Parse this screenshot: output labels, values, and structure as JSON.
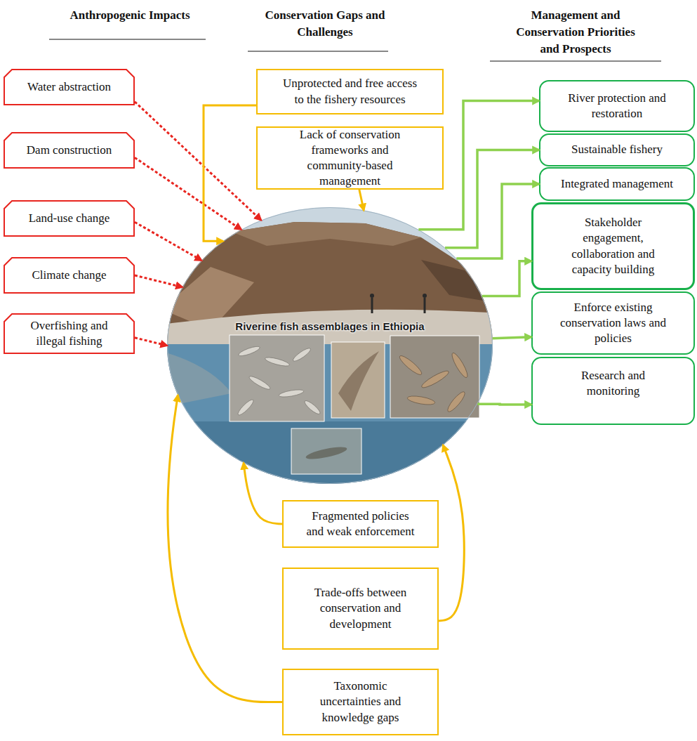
{
  "diagram": {
    "nodes": [
      {
        "text": [
          "Water abstraction"
        ]
      },
      {
        "text": [
          "Dam construction"
        ]
      },
      {
        "text": [
          "Land-use change"
        ]
      },
      {
        "text": [
          "Climate change"
        ]
      },
      {
        "text": [
          "Overfishing and illegal fishing"
        ]
      },
      {
        "text": [
          "Unprotected and free access to the fishery resources"
        ]
      },
      {
        "text": [
          "Lack of conservation frameworks and community-based management"
        ]
      },
      {
        "text": [
          "Riverine fish assemblages in Ethiopia"
        ]
      },
      {
        "text": [
          "River protection and restoration"
        ]
      },
      {
        "text": [
          "Sustainable fishery"
        ]
      },
      {
        "text": [
          "Integrated management"
        ]
      },
      {
        "text": [
          "Stakeholder engagement, collaboration and capacity building"
        ]
      },
      {
        "text": [
          "Enforce existing conservation laws and policies"
        ]
      },
      {
        "text": [
          "Research and monitoring"
        ]
      },
      {
        "text": [
          "Fragmented policies and weak enforcement"
        ]
      },
      {
        "text": [
          "Trade-offs between conservation and development"
        ]
      },
      {
        "text": [
          "Taxonomic uncertainties and knowledge gaps"
        ]
      }
    ],
    "edges": [
      {
        "from": 0,
        "to": 7,
        "arrow": "to"
      },
      {
        "from": 1,
        "to": 7,
        "arrow": "to"
      },
      {
        "from": 2,
        "to": 7,
        "arrow": "to"
      },
      {
        "from": 3,
        "to": 7,
        "arrow": "to"
      },
      {
        "from": 4,
        "to": 7,
        "arrow": "to"
      },
      {
        "from": 5,
        "to": 7,
        "arrow": "to"
      },
      {
        "from": 6,
        "to": 7,
        "arrow": "to"
      },
      {
        "from": 7,
        "to": 8,
        "arrow": "to"
      },
      {
        "from": 7,
        "to": 9,
        "arrow": "to"
      },
      {
        "from": 7,
        "to": 10,
        "arrow": "to"
      },
      {
        "from": 7,
        "to": 11,
        "arrow": "to"
      },
      {
        "from": 7,
        "to": 12,
        "arrow": "to"
      },
      {
        "from": 7,
        "to": 13,
        "arrow": "to"
      },
      {
        "from": 14,
        "to": 7,
        "arrow": "to"
      },
      {
        "from": 15,
        "to": 7,
        "arrow": "to"
      },
      {
        "from": 16,
        "to": 7,
        "arrow": "to"
      }
    ],
    "labels": [
      "Anthropogenic Impacts",
      "Conservation Gaps and Challenges",
      "Management and Conservation Priorities and Prospects"
    ]
  }
}
